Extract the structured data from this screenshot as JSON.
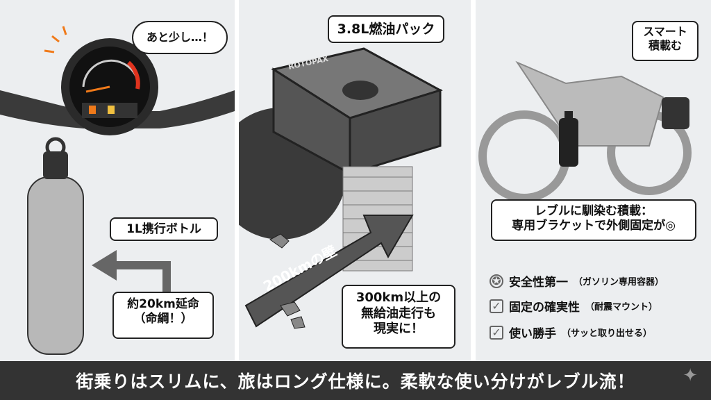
{
  "panel_left": {
    "thought_bubble": "あと少し…！",
    "bottle_label": "1L携行ボトル",
    "range_label_line1": "約20km延命",
    "range_label_line2": "（命綱！）"
  },
  "panel_middle": {
    "pack_label": "3.8L燃油パック",
    "logo_text": "ROTOPAX",
    "arrow_label": "200kmの壁",
    "result_line1": "300km以上の",
    "result_line2": "無給油走行も",
    "result_line3": "現実に！"
  },
  "panel_right": {
    "title_line1": "スマート",
    "title_line2": "積載む",
    "callout_line1": "レブルに馴染む積載：",
    "callout_line2": "専用ブラケットで外側固定が◎",
    "features": [
      {
        "icon": "award-badge-icon",
        "main": "安全性第一",
        "sub": "（ガソリン専用容器）"
      },
      {
        "icon": "checkbox-icon",
        "main": "固定の確実性",
        "sub": "（耐震マウント）"
      },
      {
        "icon": "checkbox-icon",
        "main": "使い勝手",
        "sub": "（サッと取り出せる）"
      }
    ]
  },
  "footer": {
    "text": "街乗りはスリムに、旅はロング仕様に。柔軟な使い分けがレブル流！"
  },
  "colors": {
    "footer_bg": "#333333",
    "panel_bg": "#eceef0",
    "accent_orange": "#f07a1a",
    "gauge_red": "#e0331e"
  }
}
